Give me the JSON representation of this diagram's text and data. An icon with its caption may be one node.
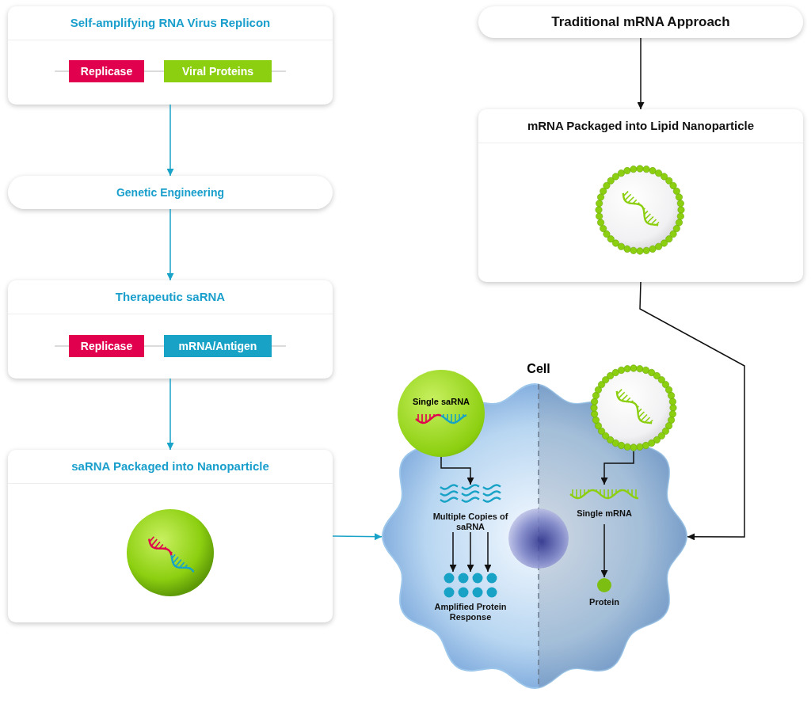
{
  "diagram": {
    "nodes": [
      {
        "text": [
          "Self-amplifying RNA Virus Replicon"
        ]
      },
      {
        "text": [
          "Replicase"
        ],
        "in": 0
      },
      {
        "text": [
          "Viral Proteins"
        ],
        "in": 0
      },
      {
        "text": [
          "Genetic Engineering"
        ]
      },
      {
        "text": [
          "Therapeutic saRNA"
        ]
      },
      {
        "text": [
          "Replicase"
        ],
        "in": 4
      },
      {
        "text": [
          "mRNA/Antigen"
        ],
        "in": 4
      },
      {
        "text": [
          "saRNA Packaged into Nanoparticle"
        ]
      },
      {
        "text": [
          "Traditional mRNA Approach"
        ]
      },
      {
        "text": [
          "mRNA Packaged into Lipid Nanoparticle"
        ]
      },
      {
        "text": [
          "Cell"
        ]
      },
      {
        "text": [
          "Single saRNA"
        ]
      },
      {
        "text": [],
        "shape": "picture"
      },
      {
        "text": [
          "Multiple Copies of saRNA"
        ],
        "in": 10
      },
      {
        "text": [
          "Amplified Protein Response"
        ],
        "in": 10
      },
      {
        "text": [
          "Single mRNA"
        ],
        "in": 10
      },
      {
        "text": [
          "Protein"
        ],
        "in": 10
      }
    ],
    "edges": [
      {
        "from": 0,
        "to": 3,
        "arrow": "to",
        "color": "#1aa3c8"
      },
      {
        "from": 3,
        "to": 4,
        "arrow": "to",
        "color": "#1aa3c8"
      },
      {
        "from": 4,
        "to": 7,
        "arrow": "to",
        "color": "#1aa3c8"
      },
      {
        "from": 7,
        "to": 10,
        "arrow": "to",
        "color": "#1aa3c8"
      },
      {
        "from": 8,
        "to": 9,
        "arrow": "to"
      },
      {
        "from": 9,
        "to": 10,
        "arrow": "to"
      },
      {
        "from": 11,
        "to": 13,
        "arrow": "to"
      },
      {
        "from": 13,
        "to": 14,
        "arrow": "to"
      },
      {
        "from": 13,
        "to": 14,
        "arrow": "to"
      },
      {
        "from": 13,
        "to": 14,
        "arrow": "to"
      },
      {
        "from": 12,
        "to": 15,
        "arrow": "to"
      },
      {
        "from": 15,
        "to": 16,
        "arrow": "to"
      }
    ]
  }
}
